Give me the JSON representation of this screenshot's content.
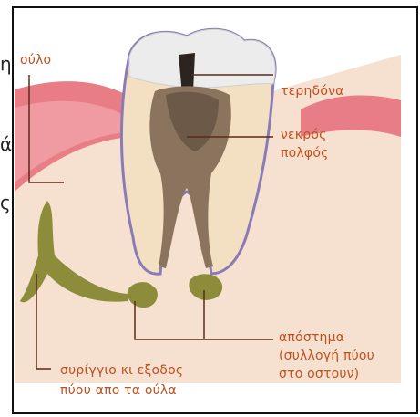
{
  "labels": {
    "gum": "ούλο",
    "decay": "τερηδόνα",
    "necrotic_pulp_line1": "νεκρός",
    "necrotic_pulp_line2": "πολφός",
    "abscess_line1": "απόστημα",
    "abscess_line2": "(συλλογή πύου",
    "abscess_line3": "στο οστουν)",
    "fistula_line1": "συρίγγιο κι εξοδος",
    "fistula_line2": "πύου απο τα ούλα"
  },
  "edge_text": {
    "line1": "η",
    "line2": "ά",
    "line3": "ς"
  },
  "colors": {
    "label": "#c0501e",
    "leader_line": "#5a2b18",
    "gum": "#d96a72",
    "bone": "#f5dcc8",
    "enamel": "#eeeeee",
    "dentin": "#f4e3c8",
    "pulp": "#c98a6a",
    "necrotic": "#6b5a45",
    "pus": "#8a8a3a",
    "root_outline": "#7a6ab0"
  }
}
